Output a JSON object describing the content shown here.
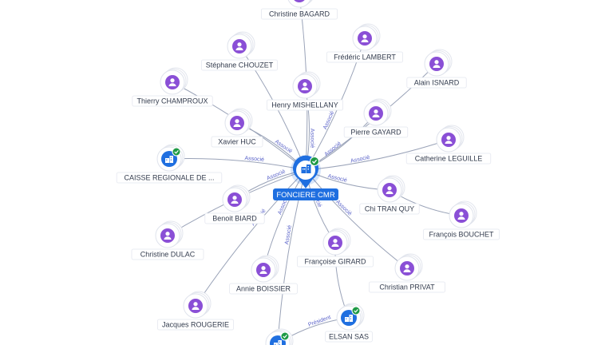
{
  "colors": {
    "person": "#8a4fd6",
    "company": "#1f6fe0",
    "badge": "#1e9a45",
    "edge": "#9aa3b8",
    "edge_label": "#5a63c9"
  },
  "center": {
    "label": "FONCIERE CMR",
    "icon": "building-icon",
    "badge_icon": "check-icon"
  },
  "nodes": [
    {
      "id": "christine-bagard",
      "label": "Christine BAGARD",
      "type": "person",
      "icon": "person-icon"
    },
    {
      "id": "frederic-lambert",
      "label": "Frédéric LAMBERT",
      "type": "person",
      "icon": "person-icon"
    },
    {
      "id": "stephane-chouzet",
      "label": "Stéphane CHOUZET",
      "type": "person",
      "icon": "person-icon"
    },
    {
      "id": "alain-isnard",
      "label": "Alain ISNARD",
      "type": "person",
      "icon": "person-icon"
    },
    {
      "id": "thierry-champroux",
      "label": "Thierry CHAMPROUX",
      "type": "person",
      "icon": "person-icon"
    },
    {
      "id": "henry-mishellany",
      "label": "Henry MISHELLANY",
      "type": "person",
      "icon": "person-icon"
    },
    {
      "id": "pierre-gayard",
      "label": "Pierre GAYARD",
      "type": "person",
      "icon": "person-icon"
    },
    {
      "id": "xavier-huc",
      "label": "Xavier HUC",
      "type": "person",
      "icon": "person-icon"
    },
    {
      "id": "catherine-leguille",
      "label": "Catherine LEGUILLE",
      "type": "person",
      "icon": "person-icon"
    },
    {
      "id": "caisse-regionale",
      "label": "CAISSE REGIONALE DE ...",
      "type": "company",
      "icon": "building-icon"
    },
    {
      "id": "chi-tran-quy",
      "label": "Chi TRAN QUY",
      "type": "person",
      "icon": "person-icon"
    },
    {
      "id": "benoit-biard",
      "label": "Benoit BIARD",
      "type": "person",
      "icon": "person-icon"
    },
    {
      "id": "francois-bouchet",
      "label": "François BOUCHET",
      "type": "person",
      "icon": "person-icon"
    },
    {
      "id": "christine-dulac",
      "label": "Christine DULAC",
      "type": "person",
      "icon": "person-icon"
    },
    {
      "id": "francoise-girard",
      "label": "Françoise GIRARD",
      "type": "person",
      "icon": "person-icon"
    },
    {
      "id": "annie-boissier",
      "label": "Annie BOISSIER",
      "type": "person",
      "icon": "person-icon"
    },
    {
      "id": "christian-privat",
      "label": "Christian PRIVAT",
      "type": "person",
      "icon": "person-icon"
    },
    {
      "id": "jacques-rougerie",
      "label": "Jacques ROUGERIE",
      "type": "person",
      "icon": "person-icon"
    },
    {
      "id": "elsan-sas",
      "label": "ELSAN SAS",
      "type": "company",
      "icon": "building-icon"
    },
    {
      "id": "company-bottom",
      "label": "",
      "type": "company",
      "icon": "building-icon"
    }
  ],
  "edges": [
    {
      "from": "center",
      "to": "christine-bagard",
      "label": ""
    },
    {
      "from": "center",
      "to": "frederic-lambert",
      "label": "Associé"
    },
    {
      "from": "center",
      "to": "stephane-chouzet",
      "label": ""
    },
    {
      "from": "center",
      "to": "alain-isnard",
      "label": ""
    },
    {
      "from": "center",
      "to": "thierry-champroux",
      "label": ""
    },
    {
      "from": "center",
      "to": "henry-mishellany",
      "label": "Associé"
    },
    {
      "from": "center",
      "to": "pierre-gayard",
      "label": "Associé"
    },
    {
      "from": "center",
      "to": "xavier-huc",
      "label": "Associé"
    },
    {
      "from": "center",
      "to": "catherine-leguille",
      "label": "Associé"
    },
    {
      "from": "center",
      "to": "caisse-regionale",
      "label": "Associé"
    },
    {
      "from": "center",
      "to": "chi-tran-quy",
      "label": "Associé"
    },
    {
      "from": "center",
      "to": "benoit-biard",
      "label": "Associé"
    },
    {
      "from": "center",
      "to": "christine-dulac",
      "label": ""
    },
    {
      "from": "center",
      "to": "francoise-girard",
      "label": "Associé"
    },
    {
      "from": "center",
      "to": "annie-boissier",
      "label": "Associé"
    },
    {
      "from": "center",
      "to": "christian-privat",
      "label": "Associé"
    },
    {
      "from": "center",
      "to": "jacques-rougerie",
      "label": "Associé"
    },
    {
      "from": "center",
      "to": "company-bottom",
      "label": "Associé"
    },
    {
      "from": "chi-tran-quy",
      "to": "francois-bouchet",
      "label": ""
    },
    {
      "from": "francoise-girard",
      "to": "elsan-sas",
      "label": ""
    },
    {
      "from": "elsan-sas",
      "to": "company-bottom",
      "label": "Président"
    }
  ]
}
